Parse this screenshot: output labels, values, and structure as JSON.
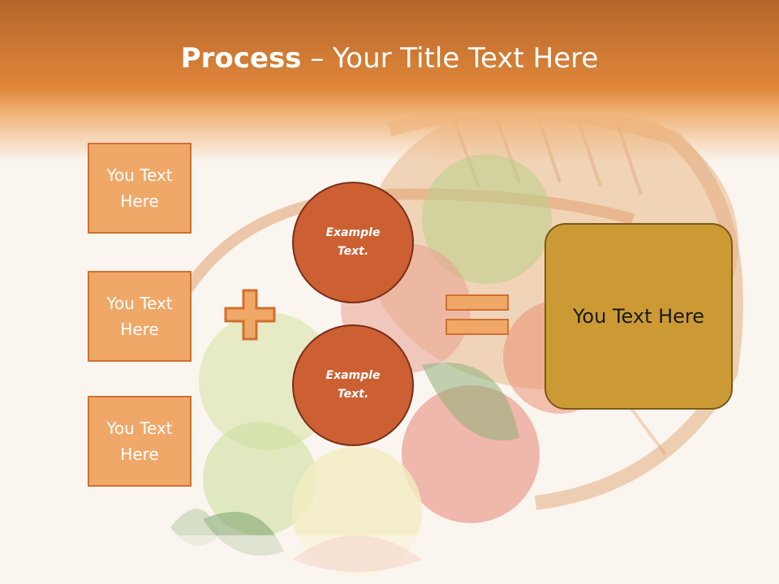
{
  "title": {
    "strong": "Process",
    "rest": " – Your Title Text Here"
  },
  "side_boxes": [
    {
      "text": "You Text Here"
    },
    {
      "text": "You Text Here"
    },
    {
      "text": "You Text Here"
    }
  ],
  "circles": [
    {
      "text": "Example Text."
    },
    {
      "text": "Example Text."
    }
  ],
  "result": {
    "text": "You Text Here"
  },
  "colors": {
    "header_orange": "#e0873b",
    "side_box_fill": "#f0a868",
    "circle_fill": "#cc6033",
    "result_fill": "#cc9a35"
  },
  "background_image": "fruit-basket-with-apples"
}
